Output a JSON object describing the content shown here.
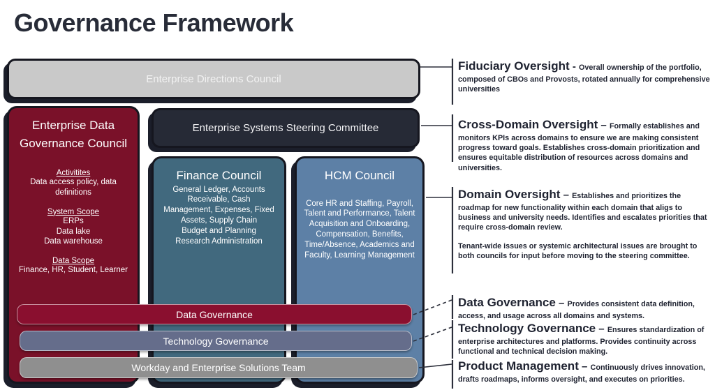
{
  "title": "Governance Framework",
  "colors": {
    "maroon": "#7a1129",
    "maroon_bar": "#8a0f2f",
    "dark_navy": "#262a36",
    "teal": "#41697e",
    "steel_blue": "#5d80a6",
    "slate_bar": "#656d8b",
    "gray_bar": "#8f8f8f",
    "light_gray_box": "#c9c9c9",
    "text_dark": "#1e2230"
  },
  "boxes": {
    "directions": {
      "label": "Enterprise Directions Council"
    },
    "steering": {
      "label": "Enterprise Systems Steering Committee"
    },
    "edgc": {
      "title": "Enterprise Data Governance Council",
      "activities_heading": "Activitites",
      "activities_body": "Data access policy, data definitions",
      "system_scope_heading": "System Scope",
      "system_scope_lines": [
        "ERPs",
        "Data lake",
        "Data warehouse"
      ],
      "data_scope_heading": "Data Scope",
      "data_scope_body": "Finance, HR, Student, Learner"
    },
    "finance": {
      "title": "Finance Council",
      "paragraphs": [
        "General Ledger, Accounts Receivable, Cash Management, Expenses, Fixed Assets, Supply Chain",
        "Budget and Planning",
        "Research Administration"
      ]
    },
    "hcm": {
      "title": "HCM Council",
      "body": "Core HR and Staffing, Payroll, Talent and Performance, Talent Acquisition and Onboarding, Compensation, Benefits, Time/Absence, Academics and Faculty, Learning Management"
    },
    "bars": [
      {
        "label": "Data Governance"
      },
      {
        "label": "Technology Governance"
      },
      {
        "label": "Workday and Enterprise Solutions Team"
      }
    ]
  },
  "annotations": [
    {
      "heading": "Fiduciary Oversight",
      "dash": " - ",
      "body": "Overall ownership of the portfolio, composed of CBOs and Provosts, rotated annually for comprehensive universities"
    },
    {
      "heading": "Cross-Domain Oversight",
      "dash": " – ",
      "body": "Formally establishes and monitors KPIs across domains to ensure we are making consistent progress toward goals.  Establishes cross-domain prioritization and ensures equitable distribution of resources across domains and universities."
    },
    {
      "heading": "Domain Oversight",
      "dash": " – ",
      "body": "Establishes and prioritizes the roadmap for new functionality within each domain that aligs to business and university needs.  Identifies and escalates priorities that require cross-domain review.",
      "body2": "Tenant-wide issues or systemic architectural issues are brought to both councils for input before moving to the steering committee."
    },
    {
      "heading": "Data Governance",
      "dash": " – ",
      "body": "Provides consistent data definition, access, and usage across all domains and systems."
    },
    {
      "heading": "Technology Governance",
      "dash": " – ",
      "body": "Ensures standardization of enterprise architectures and platforms. Provides continuity across functional and technical decision making."
    },
    {
      "heading": "Product Management",
      "dash": "  – ",
      "body": "Continuously drives innovation, drafts roadmaps, informs oversight, and executes on priorities."
    }
  ]
}
